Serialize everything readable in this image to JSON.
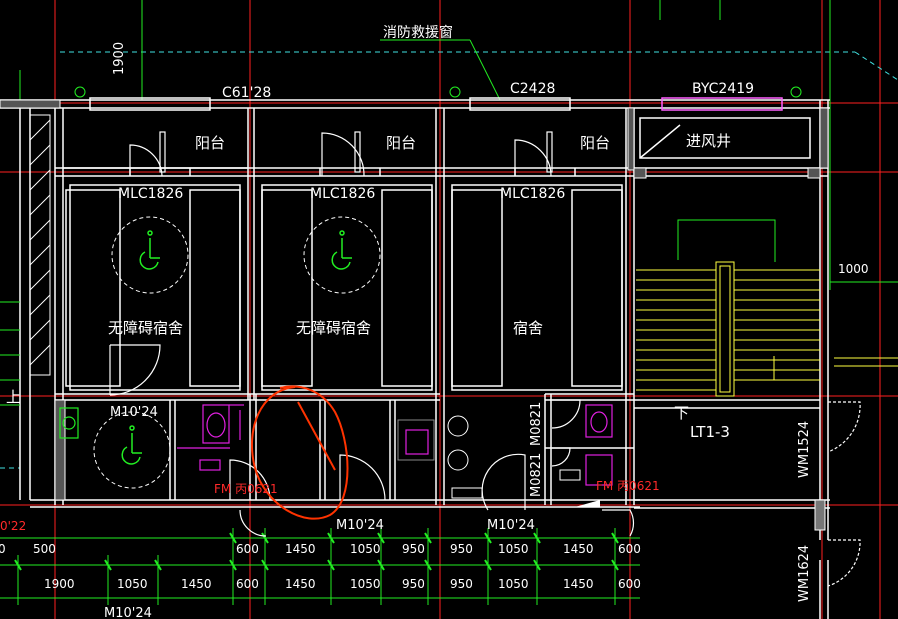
{
  "window": {
    "colors": {
      "background": "#000000",
      "wall": "#ffffff",
      "axis": "#ff2020",
      "dim": "#22ee22",
      "fixture": "#e020e0",
      "stair": "#ffff40",
      "dash": "#40e0e0",
      "markup": "#ff3300"
    }
  },
  "labels": {
    "fire_window": "消防救援窗",
    "dim_1900_vert": "1900",
    "win_c6128": "C61'28",
    "win_c2428": "C2428",
    "win_byc2419": "BYC2419",
    "balcony_1": "阳台",
    "balcony_2": "阳台",
    "balcony_3": "阳台",
    "shaft": "进风井",
    "door_mlc_1": "MLC1826",
    "door_mlc_2": "MLC1826",
    "door_mlc_3": "MLC1826",
    "room_acc_1": "无障碍宿舍",
    "room_acc_2": "无障碍宿舍",
    "room_dorm": "宿舍",
    "dim_1000": "1000",
    "door_m1024_a": "M10'24",
    "door_m1024_b": "M10'24",
    "door_m1024_c": "M10'24",
    "door_m0821_a": "M0821",
    "door_m0821_b": "M0821",
    "fm_a": "FM 丙0621",
    "fm_b": "FM 丙0621",
    "stair_tag": "LT1-3",
    "stair_arrow": "下",
    "up": "上",
    "wm1524": "WM1524",
    "wm1624": "WM1624",
    "left_red": "0'22",
    "bottom_label": "M10'24"
  },
  "dims_row1": [
    "0",
    "500",
    "600",
    "1450",
    "1050",
    "950",
    "950",
    "1050",
    "1450",
    "600"
  ],
  "dims_row2": [
    "1900",
    "1050",
    "1450",
    "600",
    "1450",
    "1050",
    "950",
    "950",
    "1050",
    "1450",
    "600"
  ]
}
